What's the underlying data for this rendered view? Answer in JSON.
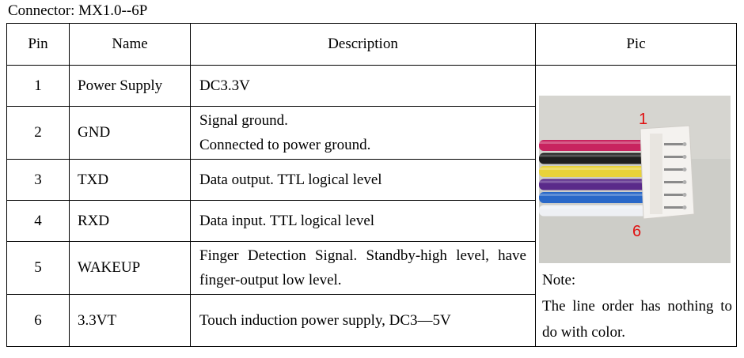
{
  "title": "Connector: MX1.0--6P",
  "table": {
    "headers": {
      "pin": "Pin",
      "name": "Name",
      "description": "Description",
      "pic": "Pic"
    },
    "rows": [
      {
        "pin": "1",
        "name": "Power Supply",
        "desc": [
          "DC3.3V"
        ]
      },
      {
        "pin": "2",
        "name": "GND",
        "desc": [
          "Signal ground.",
          "Connected to power ground."
        ]
      },
      {
        "pin": "3",
        "name": "TXD",
        "desc": [
          "Data output. TTL logical level"
        ]
      },
      {
        "pin": "4",
        "name": "RXD",
        "desc": [
          "Data input. TTL logical level"
        ]
      },
      {
        "pin": "5",
        "name": "WAKEUP",
        "desc": [
          "Finger Detection Signal. Standby-high level, have finger-output low level."
        ]
      },
      {
        "pin": "6",
        "name": "3.3VT",
        "desc": [
          "Touch induction power supply, DC3—5V"
        ]
      }
    ]
  },
  "pic": {
    "label_1": "1",
    "label_6": "6",
    "label_color": "#e01010",
    "wire_colors": [
      "#c8235f",
      "#1e1e1e",
      "#e8d23a",
      "#5a2a8a",
      "#2a68c8",
      "#eef0f4"
    ]
  },
  "note": {
    "heading": "Note:",
    "text": "The line order has nothing to do with color."
  }
}
